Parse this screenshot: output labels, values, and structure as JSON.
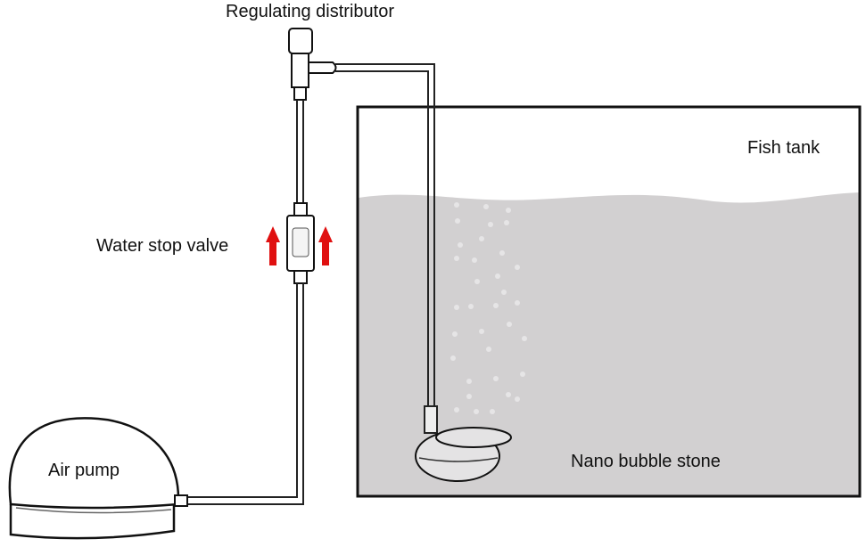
{
  "diagram": {
    "title": "Air pump nano bubble stone setup",
    "labels": {
      "regulating_distributor": "Regulating distributor",
      "water_stop_valve": "Water stop valve",
      "fish_tank": "Fish tank",
      "air_pump": "Air pump",
      "nano_bubble_stone": "Nano bubble stone"
    },
    "flow_direction": "up",
    "colors": {
      "water": "#d2d0d1",
      "arrow": "#e01010",
      "outline": "#111111",
      "background": "#ffffff"
    }
  }
}
